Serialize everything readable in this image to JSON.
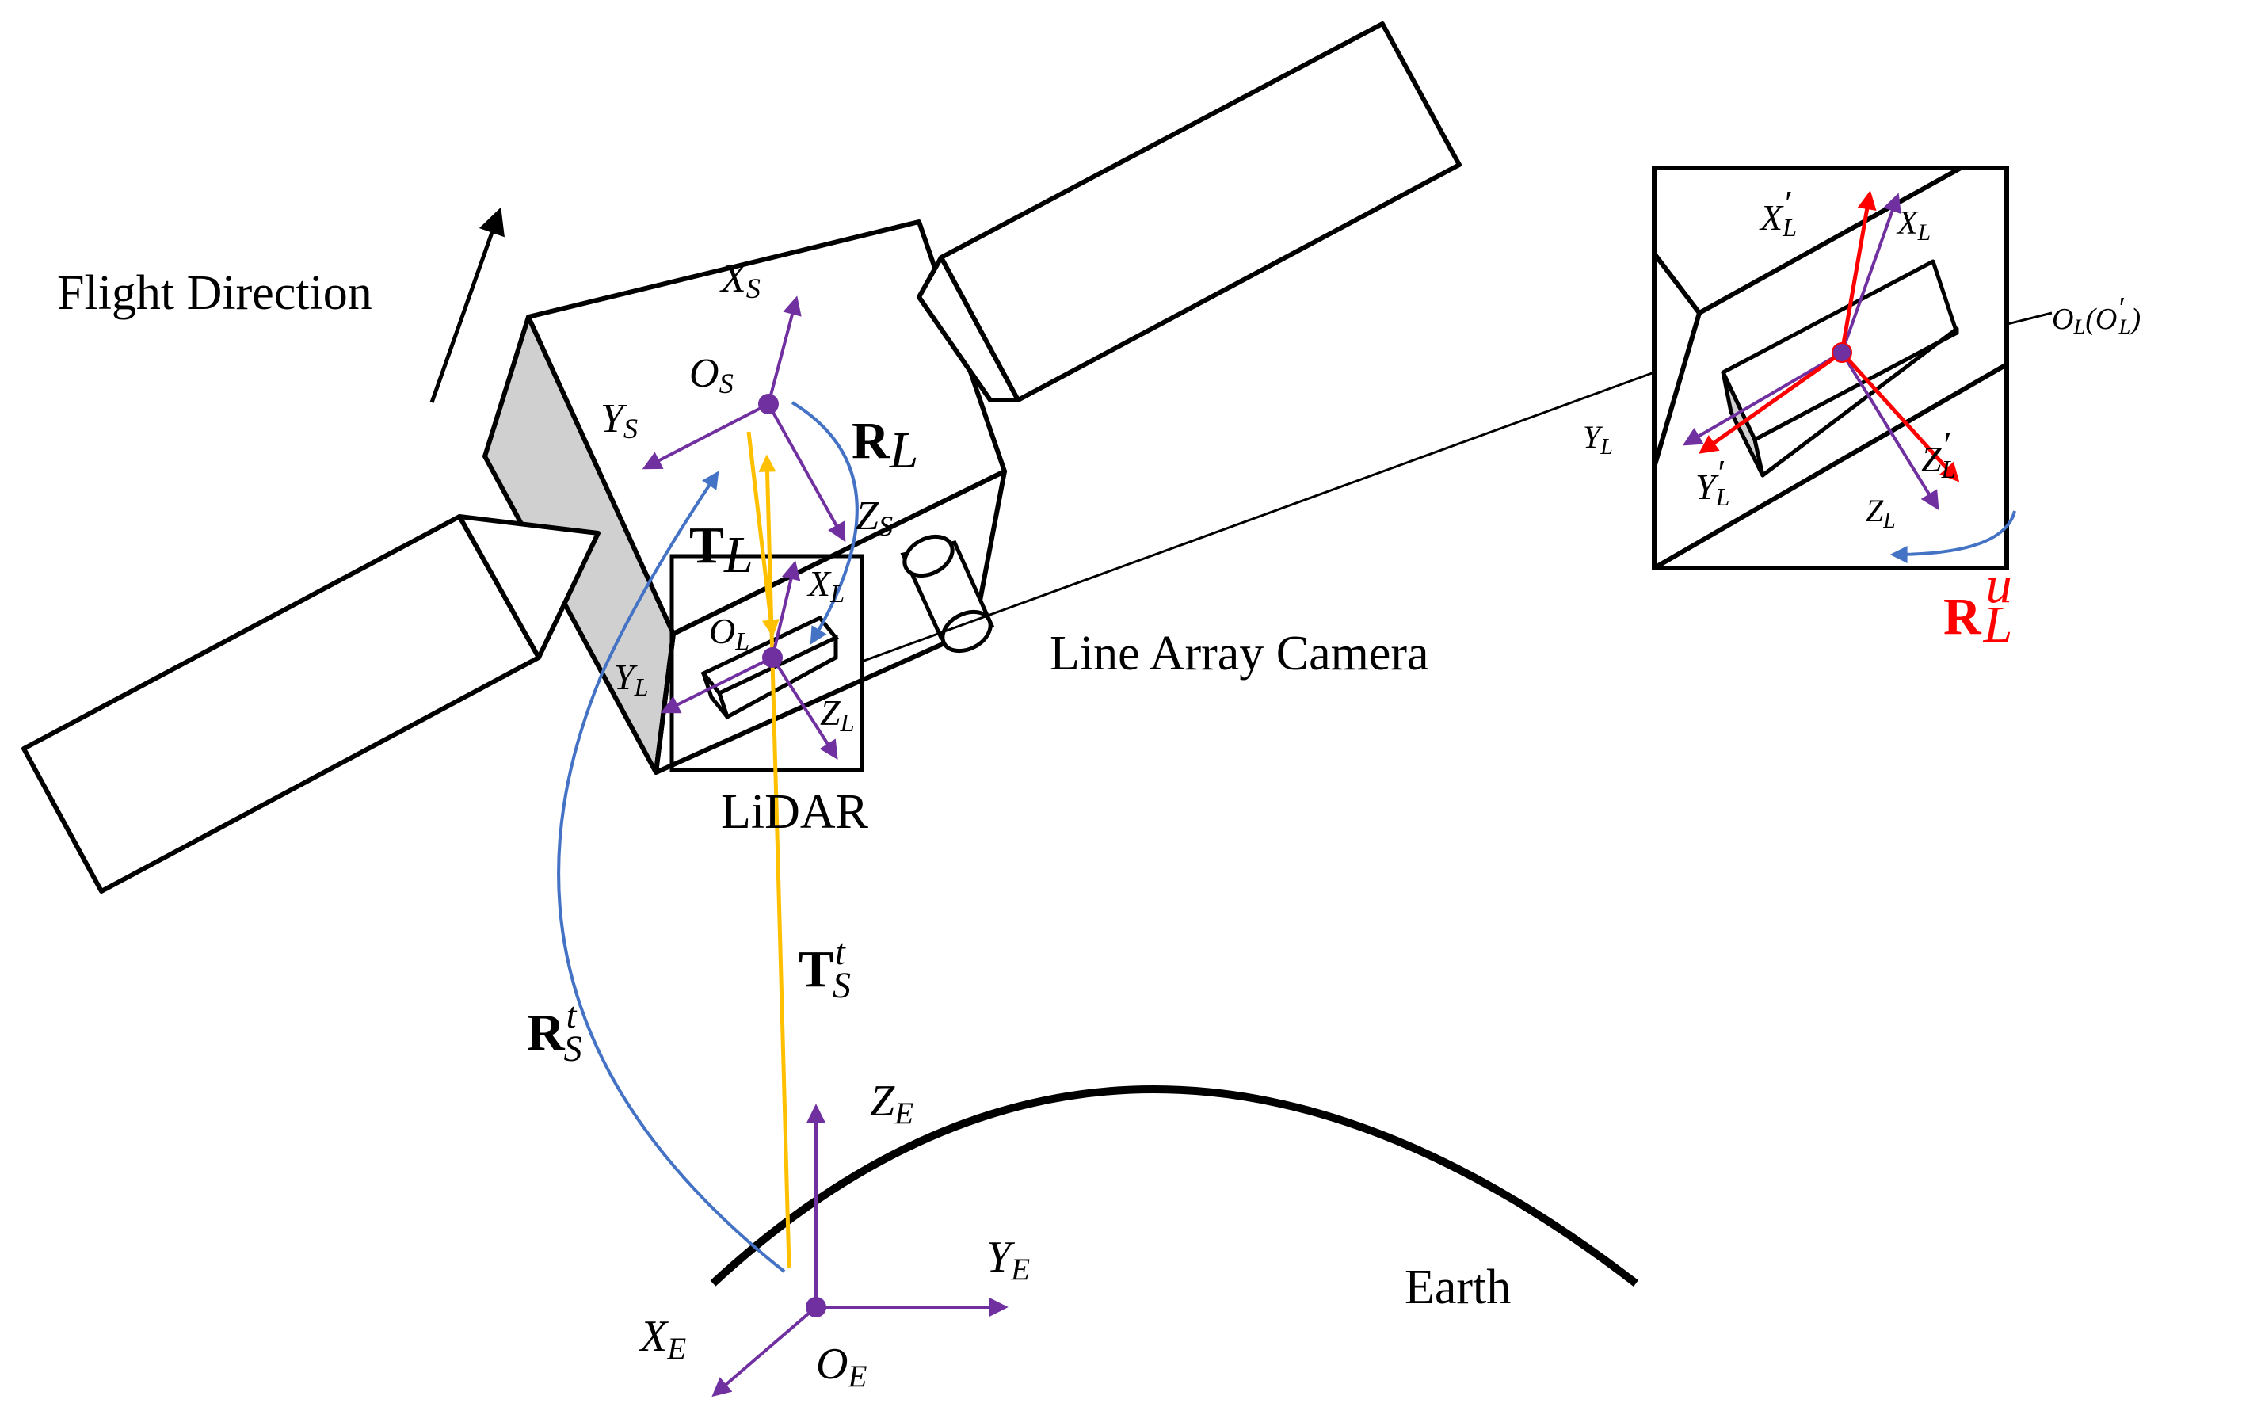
{
  "labels": {
    "flight_direction": "Flight Direction",
    "line_array_camera": "Line Array Camera",
    "lidar": "LiDAR",
    "earth": "Earth"
  },
  "satellite_frame": {
    "origin": "O",
    "x": "X",
    "y": "Y",
    "z": "Z",
    "sub": "S"
  },
  "lidar_frame": {
    "origin": "O",
    "x": "X",
    "y": "Y",
    "z": "Z",
    "sub": "L"
  },
  "earth_frame": {
    "origin": "O",
    "x": "X",
    "y": "Y",
    "z": "Z",
    "sub": "E"
  },
  "inset": {
    "x": "X",
    "y": "Y",
    "z": "Z",
    "sub": "L",
    "prime": "′",
    "origin_main": "O",
    "origin_paren_open": "(",
    "origin_paren_close": ")"
  },
  "transforms": {
    "R": "R",
    "T": "T",
    "sub_L": "L",
    "sub_S": "S",
    "sup_t": "t",
    "sup_u": "u"
  },
  "colors": {
    "frame_axis": "#7030a0",
    "rotation": "#4472c4",
    "translation": "#ffc000",
    "update": "#ff0000",
    "panel_fill": "#d0d0d0",
    "outline": "#000000"
  }
}
